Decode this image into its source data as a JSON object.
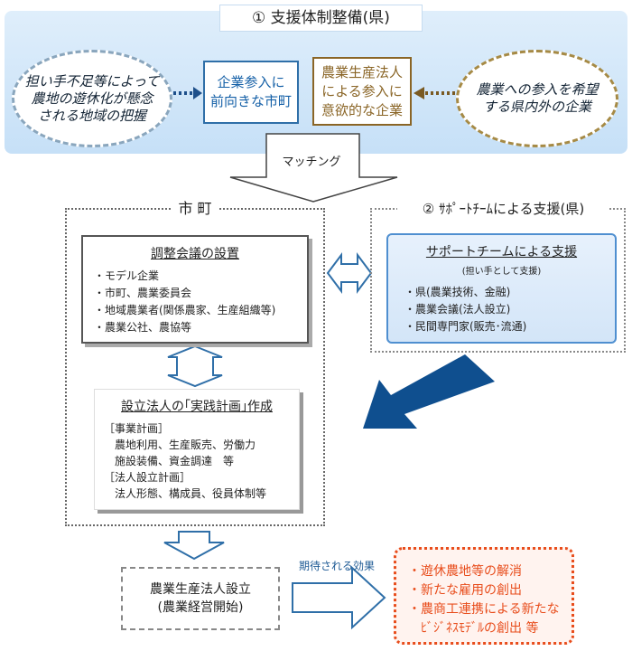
{
  "top": {
    "title": "①  支援体制整備(県)",
    "left_oval": [
      "担い手不足等によって",
      "農地の遊休化が懸念",
      "される地域の把握"
    ],
    "town_box": [
      "企業参入に",
      "前向きな市町"
    ],
    "corp_box": [
      "農業生産法人",
      "による参入に",
      "意欲的な企業"
    ],
    "right_oval": [
      "農業への参入を希望",
      "する県内外の企業"
    ]
  },
  "matching_label": "マッチング",
  "town": {
    "title": "市 町",
    "coord": {
      "title": "調整会議の設置",
      "items": [
        "・モデル企業",
        "・市町、農業委員会",
        "・地域農業者(関係農家、生産組織等)",
        "・農業公社、農協等"
      ]
    },
    "plan": {
      "title": "設立法人の｢実践計画｣作成",
      "lines": [
        "［事業計画］",
        "　農地利用、生産販売、労働力",
        "　施設装備、資金調達　等",
        "［法人設立計画］",
        "　法人形態、構成員、役員体制等"
      ]
    }
  },
  "support": {
    "title": "②  ｻﾎﾟｰﾄﾁｰﾑによる支援(県)",
    "head": "サポートチームによる支援",
    "sub": "(担い手として支援)",
    "items": [
      "・県(農業技術、金融)",
      "・農業会議(法人設立)",
      "・民間専門家(販売･流通)"
    ]
  },
  "establish": [
    "農業生産法人設立",
    "(農業経営開始)"
  ],
  "effect_label": "期待される効果",
  "effects": [
    "・遊休農地等の解消",
    "・新たな雇用の創出",
    "・農商工連携による新たな",
    "　ﾋﾞｼﾞﾈｽﾓﾃﾞﾙの創出 等"
  ],
  "colors": {
    "blue": "#2f6fa8",
    "brown": "#8a6526",
    "orange": "#e84d1c",
    "navy_arrow": "#0f4f8f"
  }
}
